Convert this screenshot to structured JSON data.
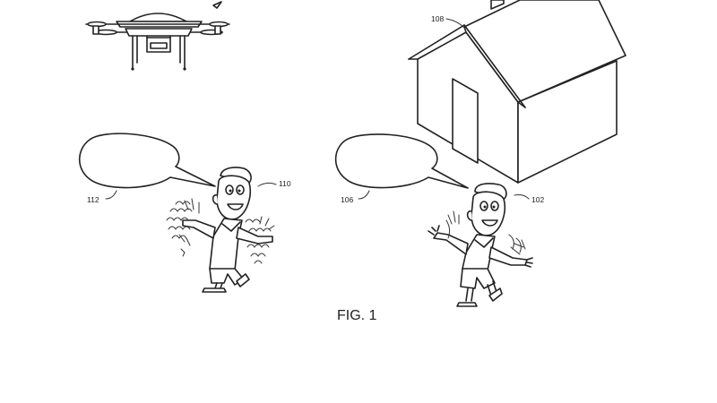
{
  "figure": {
    "caption": "FIG. 1",
    "labels": {
      "house": "108",
      "bubble_right": "106",
      "person_right": "102",
      "bubble_left": "112",
      "person_left": "110"
    }
  }
}
